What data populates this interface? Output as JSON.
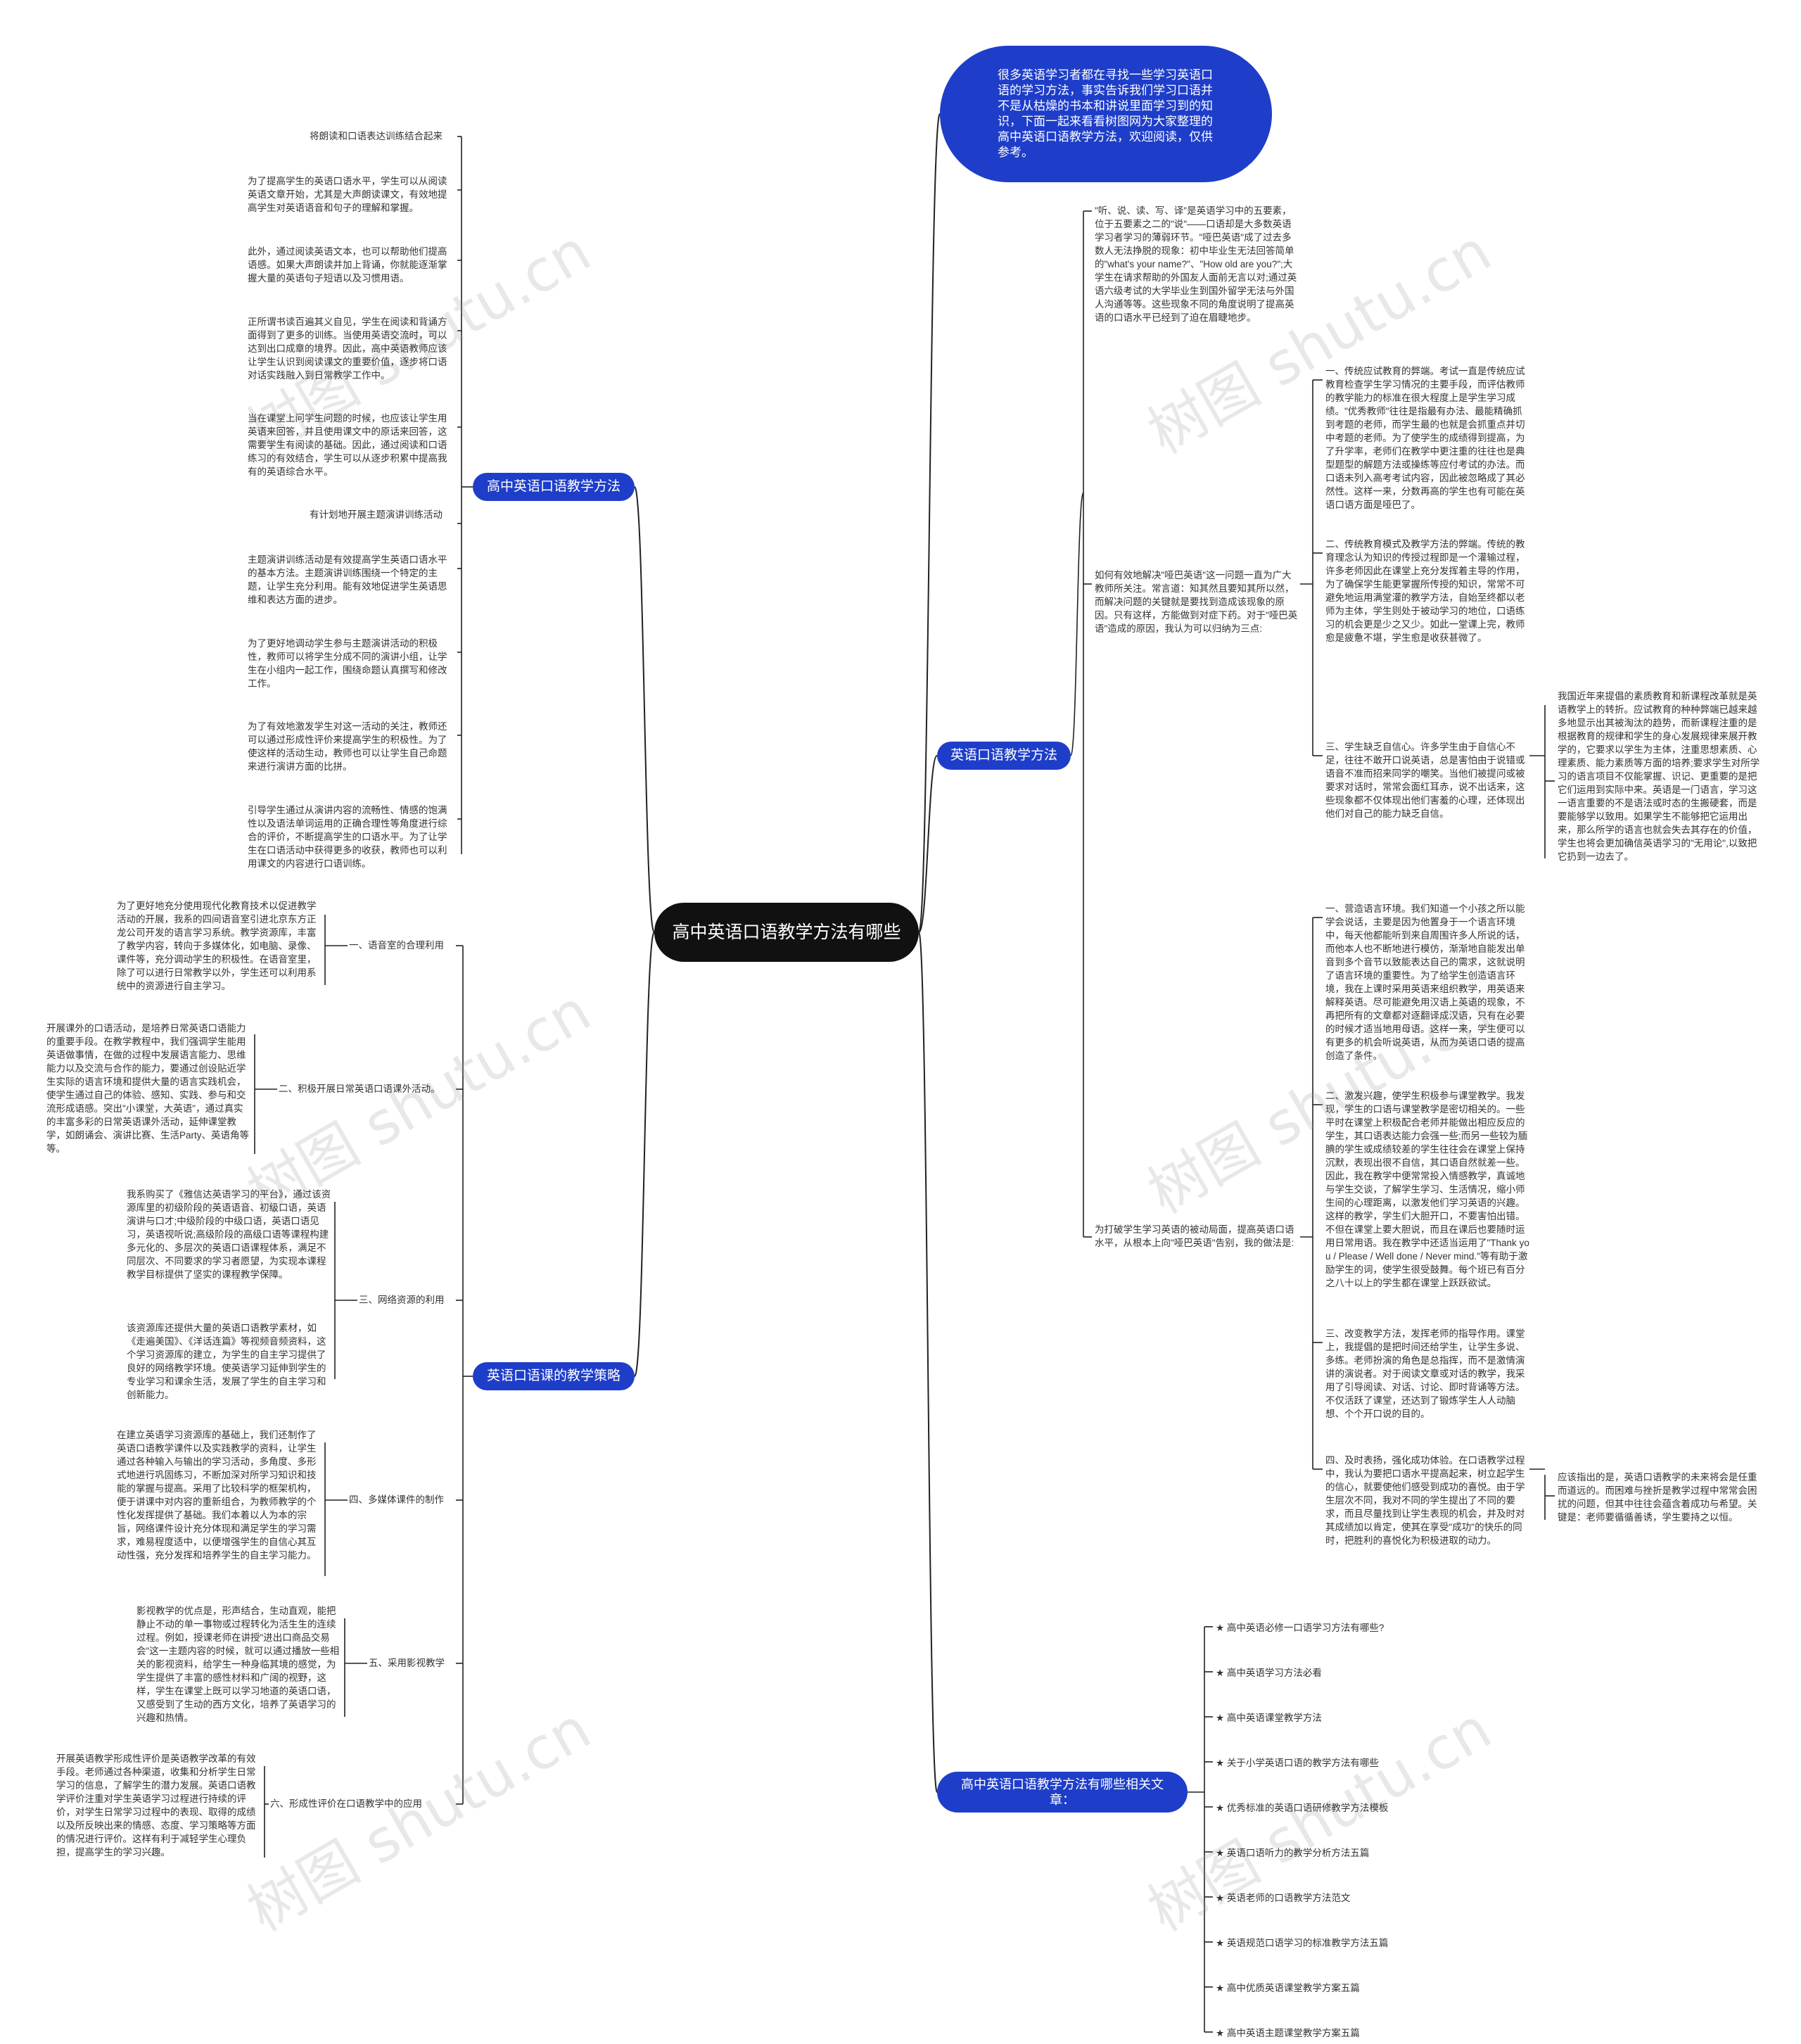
{
  "root": "高中英语口语教学方法有哪些",
  "intro": "很多英语学习者都在寻找一些学习英语口语的学习方法，事实告诉我们学习口语并不是从枯燥的书本和讲说里面学习到的知识，下面一起来看看树图网为大家整理的高中英语口语教学方法，欢迎阅读，仅供参考。",
  "watermark": "树图 shutu.cn",
  "branch_methods": {
    "label": "高中英语口语教学方法",
    "items": [
      "将朗读和口语表达训练结合起来",
      "为了提高学生的英语口语水平，学生可以从阅读英语文章开始，尤其是大声朗读课文，有效地提高学生对英语语音和句子的理解和掌握。",
      "此外，通过阅读英语文本，也可以帮助他们提高语感。如果大声朗读并加上背诵，你就能逐渐掌握大量的英语句子短语以及习惯用语。",
      "正所谓书读百遍其义自见，学生在阅读和背诵方面得到了更多的训练。当使用英语交流时，可以达到出口成章的境界。因此，高中英语教师应该让学生认识到阅读课文的重要价值，逐步将口语对话实践融入到日常教学工作中。",
      "当在课堂上问学生问题的时候，也应该让学生用英语来回答，并且使用课文中的原话来回答，这需要学生有阅读的基础。因此，通过阅读和口语练习的有效结合，学生可以从逐步积累中提高我有的英语综合水平。",
      "有计划地开展主题演讲训练活动",
      "主题演讲训练活动是有效提高学生英语口语水平的基本方法。主题演讲训练围绕一个特定的主题，让学生充分利用。能有效地促进学生英语思维和表达方面的进步。",
      "为了更好地调动学生参与主题演讲活动的积极性，教师可以将学生分成不同的演讲小组，让学生在小组内一起工作，围绕命题认真撰写和修改工作。",
      "为了有效地激发学生对这一活动的关注，教师还可以通过形成性评价来提高学生的积极性。为了使这样的活动生动，教师也可以让学生自己命题来进行演讲方面的比拼。",
      "引导学生通过从演讲内容的流畅性、情感的饱满性以及语法单词运用的正确合理性等角度进行综合的评价，不断提高学生的口语水平。为了让学生在口语活动中获得更多的收获，教师也可以利用课文的内容进行口语训练。"
    ]
  },
  "branch_oral": {
    "label": "英语口语教学方法",
    "p1": "\"听、说、读、写、译\"是英语学习中的五要素，位于五要素之二的\"说\"——口语却是大多数英语学习者学习的薄弱环节。\"哑巴英语\"成了过去多数人无法挣脱的现象：初中毕业生无法回答简单的\"what's your name?\"、\"How old are you?\";大学生在请求帮助的外国友人面前无言以对;通过英语六级考试的大学毕业生到国外留学无法与外国人沟通等等。这些现象不同的角度说明了提高英语的口语水平已经到了迫在眉睫地步。",
    "p2": "如何有效地解决\"哑巴英语\"这一问题一直为广大教师所关注。常言道：知其然且要知其所以然，而解决问题的关键就是要找到造成该现象的原因。只有这样，方能做到对症下药。对于\"哑巴英语\"造成的原因，我认为可以归纳为三点:",
    "reasons": [
      "一、传统应试教育的弊端。考试一直是传统应试教育检查学生学习情况的主要手段，而评估教师的教学能力的标准在很大程度上是学生学习成绩。\"优秀教师\"往往是指最有办法、最能精确抓到考题的老师，而学生最的也就是会抓重点并切中考题的老师。为了使学生的成绩得到提高，为了升学率，老师们在教学中更注重的往往也是典型题型的解题方法或操练等应付考试的办法。而口语未列入高考考试内容，因此被忽略成了其必然性。这样一来，分数再高的学生也有可能在英语口语方面是哑巴了。",
      "二、传统教育模式及教学方法的弊端。传统的教育理念认为知识的传授过程即是一个灌输过程，许多老师因此在课堂上充分发挥着主导的作用，为了确保学生能更掌握所传授的知识，常常不可避免地运用满堂灌的教学方法，自始至终都以老师为主体，学生则处于被动学习的地位，口语练习的机会更是少之又少。如此一堂课上完，教师愈是疲惫不堪，学生愈是收获甚微了。",
      "三、学生缺乏自信心。许多学生由于自信心不足，往往不敢开口说英语，总是害怕由于说错或语音不准而招来同学的嘲笑。当他们被提问或被要求对话时，常常会面红耳赤，说不出话来，这些现象都不仅体现出他们害羞的心理，还体现出他们对自己的能力缺乏自信。"
    ],
    "note3": "我国近年来提倡的素质教育和新课程改革就是英语教学上的转折。应试教育的种种弊端已越来越多地显示出其被淘汰的趋势，而新课程注重的是根据教育的规律和学生的身心发展规律来展开教学的，它要求以学生为主体，注重思想素质、心理素质、能力素质等方面的培养;要求学生对所学习的语言项目不仅能掌握、识记、更重要的是把它们运用到实际中来。英语是一门语言，学习这一语言重要的不是语法或时态的生搬硬套，而是要能够学以致用。如果学生不能够把它运用出来，那么所学的语言也就会失去其存在的价值，学生也将会更加确信英语学习的\"无用论\",以致把它扔到一边去了。",
    "p3": "为打破学生学习英语的被动局面，提高英语口语水平，从根本上向\"哑巴英语\"告别，我的做法是:",
    "methods": [
      "一、营造语言环境。我们知道一个小孩之所以能学会说话，主要是因为他置身于一个语言环境中，每天他都能听到来自周围许多人所说的话，而他本人也不断地进行模仿，渐渐地自能发出单音到多个音节以致能表达自己的需求，这就说明了语言环境的重要性。为了给学生创造语言环境，我在上课时采用英语来组织教学，用英语来解释英语。尽可能避免用汉语上英语的现象，不再把所有的文章都对逐翻译成汉语，只有在必要的时候才适当地用母语。这样一来，学生便可以有更多的机会听说英语，从而为英语口语的提高创造了条件。",
      "二、激发兴趣，使学生积极参与课堂教学。我发现，学生的口语与课堂教学是密切相关的。一些平时在课堂上积极配合老师并能做出相应反应的学生，其口语表达能力会强一些;而另一些较为腼腆的学生或成绩较差的学生往往会在课堂上保持沉默，表现出很不自信，其口语自然就差一些。因此，我在教学中便常常投入情感教学，真诚地与学生交谈，了解学生学习、生活情况，缩小师生间的心理距离，以激发他们学习英语的兴趣。这样的教学，学生们大胆开口，不要害怕出错。不但在课堂上要大胆说，而且在课后也要随时运用日常用语。我在教学中还适当运用了\"Thank you / Please / Well done / Never mind.\"等有助于激励学生的词，使学生很受鼓舞。每个班已有百分之八十以上的学生都在课堂上跃跃欲试。",
      "三、改变教学方法，发挥老师的指导作用。课堂上，我提倡的是把时间还给学生，让学生多说、多练。老师扮演的角色是总指挥，而不是激情演讲的演说者。对于阅读文章或对话的教学，我采用了引导阅读、对话、讨论、即时背诵等方法。不仅活跃了课堂，还达到了锻炼学生人人动脑想、个个开口说的目的。",
      "四、及时表扬，强化成功体验。在口语教学过程中，我认为要把口语水平提高起来，树立起学生的信心，就要使他们感受到成功的喜悦。由于学生层次不同，我对不同的学生提出了不同的要求，而且尽量找到让学生表现的机会，并及时对其成绩加以肯定，使其在享受\"成功\"的快乐的同时，把胜利的喜悦化为积极进取的动力。"
    ],
    "note4": "应该指出的是，英语口语教学的未来将会是任重而道远的。而困难与挫折是教学过程中常常会困扰的问题，但其中往往会蕴含着成功与希望。关键是：老师要循循善诱，学生要持之以恒。"
  },
  "branch_strategy": {
    "label": "英语口语课的教学策略",
    "items": [
      {
        "label": "一、语音室的合理利用",
        "text": "为了更好地充分使用现代化教育技术以促进教学活动的开展，我系的四间语音室引进北京东方正龙公司开发的语言学习系统。教学资源库，丰富了教学内容，转向于多媒体化，如电脑、录像、课件等，充分调动学生的积极性。在语音室里，除了可以进行日常教学以外，学生还可以利用系统中的资源进行自主学习。"
      },
      {
        "label": "二、积极开展日常英语口语课外活动。",
        "text": "开展课外的口语活动，是培养日常英语口语能力的重要手段。在教学教程中，我们强调学生能用英语做事情，在做的过程中发展语言能力、思维能力以及交流与合作的能力，要通过创设贴近学生实际的语言环境和提供大量的语言实践机会，使学生通过自己的体验、感知、实践、参与和交流形成语感。突出\"小课堂，大英语\"，通过真实的丰富多彩的日常英语课外活动，延伸课堂教学，如朗诵会、演讲比赛、生活Party、英语角等等。"
      },
      {
        "label": "三、网络资源的利用",
        "text": "我系购买了《雅信达英语学习的平台》，通过该资源库里的初级阶段的英语语音、初级口语，英语演讲与口才;中级阶段的中级口语，英语口语见习，英语视听说;高级阶段的高级口语等课程构建多元化的、多层次的英语口语课程体系，满足不同层次、不同要求的学习者愿望，为实现本课程教学目标提供了坚实的课程教学保障。",
        "text2": "该资源库还提供大量的英语口语教学素材，如《走遍美国》、《洋话连篇》等视频音频资料，这个学习资源库的建立，为学生的自主学习提供了良好的网络教学环境。使英语学习延伸到学生的专业学习和课余生活，发展了学生的自主学习和创新能力。"
      },
      {
        "label": "四、多媒体课件的制作",
        "text": "在建立英语学习资源库的基础上，我们还制作了英语口语教学课件以及实践教学的资料，让学生通过各种输入与输出的学习活动，多角度、多形式地进行巩固练习，不断加深对所学习知识和技能的掌握与提高。采用了比较科学的框架机构，便于讲课中对内容的重新组合，为教师教学的个性化发挥提供了基础。我们本着以人为本的宗旨，网络课件设计充分体现和满足学生的学习需求，难易程度适中，以便增强学生的自信心其互动性强，充分发挥和培养学生的自主学习能力。"
      },
      {
        "label": "五、采用影视教学",
        "text": "影视教学的优点是，形声结合，生动直观，能把静止不动的单一事物或过程转化为活生生的连续过程。例如，授课老师在讲授\"进出口商品交易会\"这一主题内容的时候，就可以通过播放一些相关的影视资料，给学生一种身临其境的感觉，为学生提供了丰富的感性材料和广阔的视野，这样，学生在课堂上既可以学习地道的英语口语，又感受到了生动的西方文化，培养了英语学习的兴趣和热情。"
      },
      {
        "label": "六、形成性评价在口语教学中的应用",
        "text": "开展英语教学形成性评价是英语教学改革的有效手段。老师通过各种渠道，收集和分析学生日常学习的信息，了解学生的潜力发展。英语口语教学评价注重对学生英语学习过程进行持续的评价，对学生日常学习过程中的表现、取得的成绩以及所反映出来的情感、态度、学习策略等方面的情况进行评价。这样有利于减轻学生心理负担，提高学生的学习兴趣。"
      }
    ]
  },
  "branch_related": {
    "label": "高中英语口语教学方法有哪些相关文章：",
    "items": [
      "★ 高中英语必修一口语学习方法有哪些?",
      "★ 高中英语学习方法必看",
      "★ 高中英语课堂教学方法",
      "★ 关于小学英语口语的教学方法有哪些",
      "★ 优秀标准的英语口语研修教学方法模板",
      "★ 英语口语听力的教学分析方法五篇",
      "★ 英语老师的口语教学方法范文",
      "★ 英语规范口语学习的标准教学方法五篇",
      "★ 高中优质英语课堂教学方案五篇",
      "★ 高中英语主题课堂教学方案五篇"
    ]
  },
  "colors": {
    "node": "#1e3ec9",
    "root": "#111111",
    "line": "#222222"
  }
}
